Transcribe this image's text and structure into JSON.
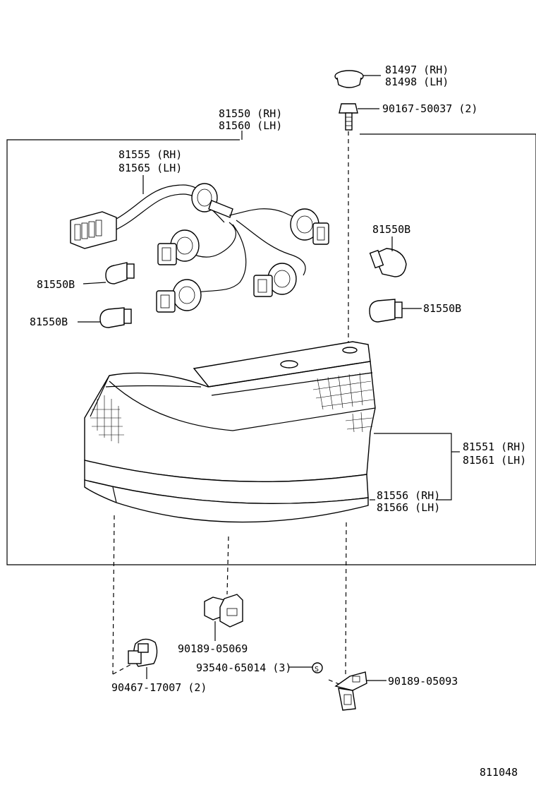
{
  "labels": {
    "cap": [
      "81497 (RH)",
      "81498 (LH)"
    ],
    "screw": "90167-50037 (2)",
    "lamp_assy": [
      "81550 (RH)",
      "81560 (LH)"
    ],
    "wiring": [
      "81555 (RH)",
      "81565 (LH)"
    ],
    "bulb_ul": "81550B",
    "bulb_ll": "81550B",
    "bulb_ur": "81550B",
    "bulb_lr": "81550B",
    "lens": [
      "81551 (RH)",
      "81561 (LH)"
    ],
    "lens_lower": [
      "81556 (RH)",
      "81566 (LH)"
    ],
    "clip_center": "90189-05069",
    "grommet": "93540-65014 (3)",
    "nut": "90467-17007 (2)",
    "clip_right": "90189-05093"
  },
  "figure_number": "811048"
}
